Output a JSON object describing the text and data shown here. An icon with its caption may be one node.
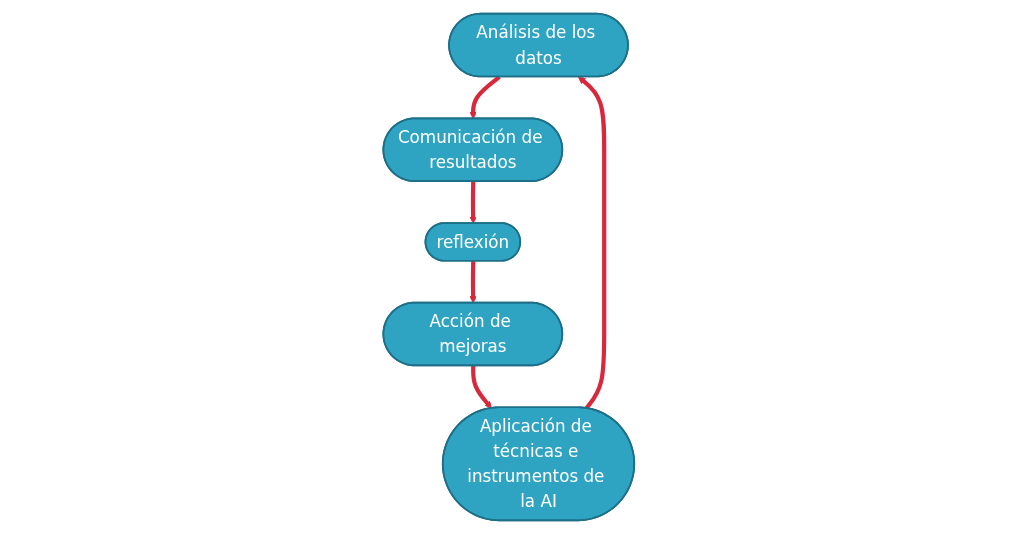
{
  "diagram": {
    "nodes": [
      {
        "text": [
          "Análisis de los datos"
        ]
      },
      {
        "text": [
          "Aplicación de técnicas e instrumentos de la AI"
        ]
      },
      {
        "text": [
          "Comunicación de resultados"
        ]
      },
      {
        "text": [
          "Acción de mejoras"
        ]
      },
      {
        "text": [
          "reflexión"
        ]
      }
    ],
    "edges": [
      {
        "from": 1,
        "to": 0,
        "arrow": "to"
      },
      {
        "from": 0,
        "to": 2,
        "arrow": "to"
      },
      {
        "from": 2,
        "to": 4,
        "arrow": "to"
      },
      {
        "from": 4,
        "to": 3,
        "arrow": "to"
      },
      {
        "from": 3,
        "to": 1,
        "arrow": "to"
      }
    ]
  }
}
